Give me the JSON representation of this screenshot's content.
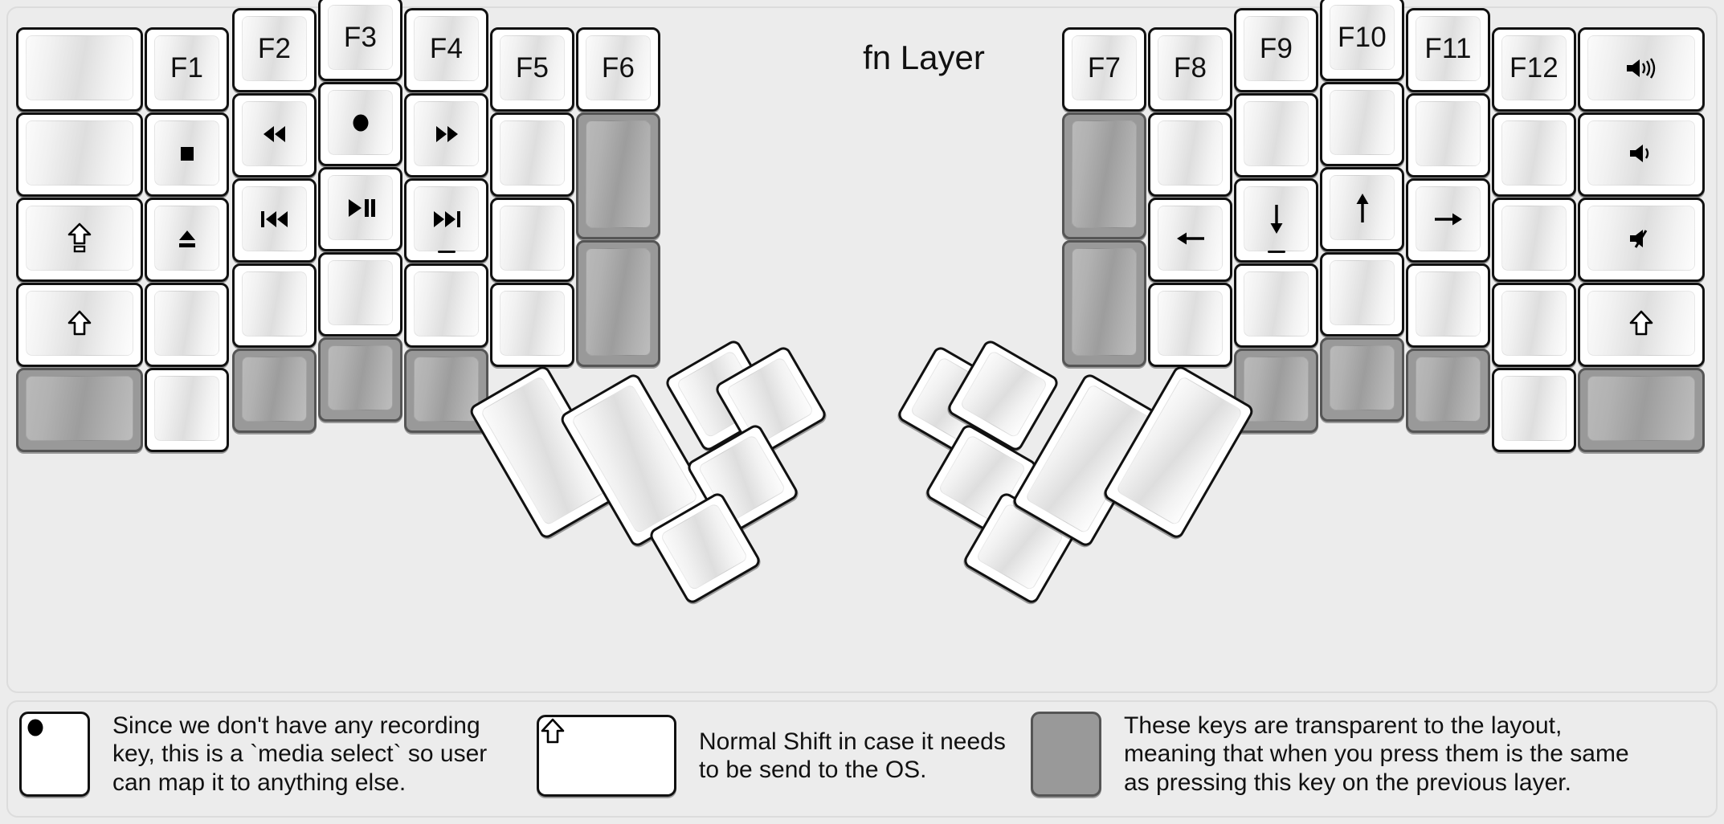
{
  "title": "fn Layer",
  "colors": {
    "background": "#ececec",
    "key_face": "#ffffff",
    "key_border": "#111111",
    "transparent_key": "#999999",
    "text": "#111111"
  },
  "keyboard": {
    "left_half": {
      "columns": [
        {
          "name": "col-pinky-outer",
          "keys": [
            {
              "label": "",
              "icon": "",
              "style": "normal"
            },
            {
              "label": "",
              "icon": "",
              "style": "normal"
            },
            {
              "label": "",
              "icon": "caps-lock-icon",
              "style": "normal"
            },
            {
              "label": "",
              "icon": "shift-icon",
              "style": "normal"
            },
            {
              "label": "",
              "icon": "",
              "style": "transparent"
            }
          ]
        },
        {
          "name": "col-pinky",
          "keys": [
            {
              "label": "F1",
              "icon": "",
              "style": "normal"
            },
            {
              "label": "",
              "icon": "media-stop-icon",
              "style": "normal"
            },
            {
              "label": "",
              "icon": "media-eject-icon",
              "style": "normal"
            },
            {
              "label": "",
              "icon": "",
              "style": "normal"
            },
            {
              "label": "",
              "icon": "",
              "style": "normal"
            }
          ]
        },
        {
          "name": "col-ring",
          "keys": [
            {
              "label": "F2",
              "icon": "",
              "style": "normal"
            },
            {
              "label": "",
              "icon": "media-rewind-icon",
              "style": "normal"
            },
            {
              "label": "",
              "icon": "media-previous-track-icon",
              "style": "normal"
            },
            {
              "label": "",
              "icon": "",
              "style": "normal"
            },
            {
              "label": "",
              "icon": "",
              "style": "transparent"
            }
          ]
        },
        {
          "name": "col-middle",
          "keys": [
            {
              "label": "F3",
              "icon": "",
              "style": "normal"
            },
            {
              "label": "",
              "icon": "media-record-icon",
              "style": "normal"
            },
            {
              "label": "",
              "icon": "media-play-pause-icon",
              "style": "normal"
            },
            {
              "label": "",
              "icon": "",
              "style": "normal"
            },
            {
              "label": "",
              "icon": "",
              "style": "transparent"
            }
          ]
        },
        {
          "name": "col-index",
          "keys": [
            {
              "label": "F4",
              "icon": "",
              "style": "normal"
            },
            {
              "label": "",
              "icon": "media-fast-forward-icon",
              "style": "normal"
            },
            {
              "label": "",
              "icon": "media-next-track-icon",
              "style": "normal",
              "underbar": true
            },
            {
              "label": "",
              "icon": "",
              "style": "normal"
            },
            {
              "label": "",
              "icon": "",
              "style": "transparent"
            }
          ]
        },
        {
          "name": "col-inner",
          "keys": [
            {
              "label": "F5",
              "icon": "",
              "style": "normal"
            },
            {
              "label": "",
              "icon": "",
              "style": "normal"
            },
            {
              "label": "",
              "icon": "",
              "style": "normal"
            },
            {
              "label": "",
              "icon": "",
              "style": "normal"
            }
          ]
        },
        {
          "name": "col-innermost",
          "keys": [
            {
              "label": "F6",
              "icon": "",
              "style": "normal"
            },
            {
              "label": "",
              "icon": "",
              "style": "transparent"
            },
            {
              "label": "",
              "icon": "",
              "style": "transparent"
            }
          ]
        }
      ],
      "thumb_cluster": [
        {
          "name": "thumb-big-1",
          "label": "",
          "style": "normal"
        },
        {
          "name": "thumb-big-2",
          "label": "",
          "style": "normal"
        },
        {
          "name": "thumb-small-1",
          "label": "",
          "style": "normal"
        },
        {
          "name": "thumb-small-2",
          "label": "",
          "style": "normal"
        },
        {
          "name": "thumb-small-3",
          "label": "",
          "style": "normal"
        },
        {
          "name": "thumb-small-4",
          "label": "",
          "style": "normal"
        }
      ]
    },
    "right_half": {
      "columns": [
        {
          "name": "col-innermost",
          "keys": [
            {
              "label": "F7",
              "icon": "",
              "style": "normal"
            },
            {
              "label": "",
              "icon": "",
              "style": "transparent"
            },
            {
              "label": "",
              "icon": "",
              "style": "transparent"
            }
          ]
        },
        {
          "name": "col-inner",
          "keys": [
            {
              "label": "F8",
              "icon": "",
              "style": "normal"
            },
            {
              "label": "",
              "icon": "",
              "style": "normal"
            },
            {
              "label": "",
              "icon": "arrow-left-icon",
              "style": "normal"
            },
            {
              "label": "",
              "icon": "",
              "style": "normal"
            }
          ]
        },
        {
          "name": "col-index",
          "keys": [
            {
              "label": "F9",
              "icon": "",
              "style": "normal"
            },
            {
              "label": "",
              "icon": "",
              "style": "normal"
            },
            {
              "label": "",
              "icon": "arrow-down-icon",
              "style": "normal",
              "underbar": true
            },
            {
              "label": "",
              "icon": "",
              "style": "normal"
            },
            {
              "label": "",
              "icon": "",
              "style": "transparent"
            }
          ]
        },
        {
          "name": "col-middle",
          "keys": [
            {
              "label": "F10",
              "icon": "",
              "style": "normal"
            },
            {
              "label": "",
              "icon": "",
              "style": "normal"
            },
            {
              "label": "",
              "icon": "arrow-up-icon",
              "style": "normal"
            },
            {
              "label": "",
              "icon": "",
              "style": "normal"
            },
            {
              "label": "",
              "icon": "",
              "style": "transparent"
            }
          ]
        },
        {
          "name": "col-ring",
          "keys": [
            {
              "label": "F11",
              "icon": "",
              "style": "normal"
            },
            {
              "label": "",
              "icon": "",
              "style": "normal"
            },
            {
              "label": "",
              "icon": "arrow-right-icon",
              "style": "normal"
            },
            {
              "label": "",
              "icon": "",
              "style": "normal"
            },
            {
              "label": "",
              "icon": "",
              "style": "transparent"
            }
          ]
        },
        {
          "name": "col-pinky",
          "keys": [
            {
              "label": "F12",
              "icon": "",
              "style": "normal"
            },
            {
              "label": "",
              "icon": "",
              "style": "normal"
            },
            {
              "label": "",
              "icon": "",
              "style": "normal"
            },
            {
              "label": "",
              "icon": "",
              "style": "normal"
            },
            {
              "label": "",
              "icon": "",
              "style": "normal"
            }
          ]
        },
        {
          "name": "col-pinky-outer",
          "keys": [
            {
              "label": "",
              "icon": "volume-up-icon",
              "style": "normal"
            },
            {
              "label": "",
              "icon": "volume-down-icon",
              "style": "normal"
            },
            {
              "label": "",
              "icon": "volume-mute-icon",
              "style": "normal"
            },
            {
              "label": "",
              "icon": "shift-icon",
              "style": "normal"
            },
            {
              "label": "",
              "icon": "",
              "style": "transparent"
            }
          ]
        }
      ],
      "thumb_cluster": [
        {
          "name": "thumb-small-1",
          "label": "",
          "style": "normal"
        },
        {
          "name": "thumb-small-2",
          "label": "",
          "style": "normal"
        },
        {
          "name": "thumb-small-3",
          "label": "",
          "style": "normal"
        },
        {
          "name": "thumb-small-4",
          "label": "",
          "style": "normal"
        },
        {
          "name": "thumb-big-1",
          "label": "",
          "style": "normal"
        },
        {
          "name": "thumb-big-2",
          "label": "",
          "style": "normal"
        }
      ]
    }
  },
  "legend": [
    {
      "icon": "media-record-icon",
      "style": "normal",
      "shape": "tall",
      "text": "Since we don't have any recording\nkey, this is a `media select` so user\ncan map it to anything else."
    },
    {
      "icon": "shift-icon",
      "style": "normal",
      "shape": "wide",
      "text": "Normal Shift in case it needs\nto be send to the OS."
    },
    {
      "icon": "",
      "style": "transparent",
      "shape": "tall",
      "text": "These keys are transparent to the layout,\nmeaning that when you press them is the same\nas pressing this key on the previous layer."
    }
  ]
}
